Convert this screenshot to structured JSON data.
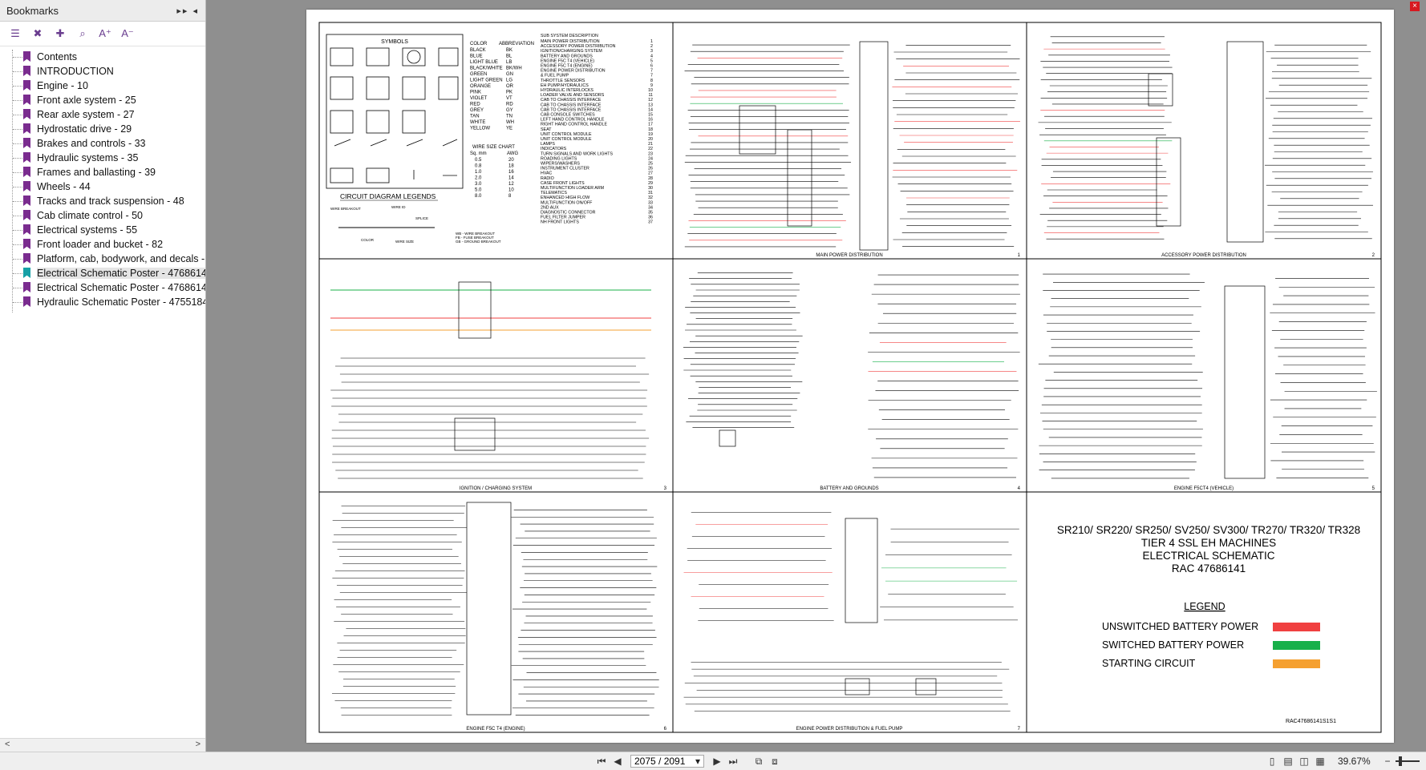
{
  "sidebar": {
    "title": "Bookmarks",
    "toggle_label": "▸▸ ◂",
    "scroll_left": "<",
    "scroll_right": ">",
    "items": [
      {
        "label": "Contents"
      },
      {
        "label": "INTRODUCTION"
      },
      {
        "label": "Engine - 10"
      },
      {
        "label": "Front axle system - 25"
      },
      {
        "label": "Rear axle system - 27"
      },
      {
        "label": "Hydrostatic drive - 29"
      },
      {
        "label": "Brakes and controls - 33"
      },
      {
        "label": "Hydraulic systems - 35"
      },
      {
        "label": "Frames and ballasting - 39"
      },
      {
        "label": "Wheels - 44"
      },
      {
        "label": "Tracks and track suspension - 48"
      },
      {
        "label": "Cab climate control - 50"
      },
      {
        "label": "Electrical systems - 55"
      },
      {
        "label": "Front loader and bucket - 82"
      },
      {
        "label": "Platform, cab, bodywork, and decals -"
      },
      {
        "label": "Electrical Schematic Poster - 4768614"
      },
      {
        "label": "Electrical Schematic Poster - 4768614"
      },
      {
        "label": "Hydraulic Schematic Poster - 4755184"
      }
    ]
  },
  "toolbar_icons": [
    "bookmark-options-icon",
    "delete-bookmark-icon",
    "new-bookmark-icon",
    "expand-bookmark-icon",
    "increase-text-size-icon",
    "decrease-text-size-icon"
  ],
  "toolbar_glyphs": {
    "increase": "A⁺",
    "decrease": "A⁻"
  },
  "status": {
    "page_value": "2075 / 2091",
    "zoom": "39.67%",
    "dropdown_arrow": "▾",
    "zoom_minus": "−",
    "nav_first": "⏮",
    "nav_prev": "◀",
    "nav_next": "▶",
    "nav_last": "⏭"
  },
  "schematic": {
    "symbols_title": "SYMBOLS",
    "color_header": "COLOR",
    "abbr_header": "ABBREVIATION",
    "colors": [
      [
        "BLACK",
        "BK"
      ],
      [
        "BLUE",
        "BL"
      ],
      [
        "LIGHT BLUE",
        "LB"
      ],
      [
        "BLACK/WHITE",
        "BK/WH"
      ],
      [
        "GREEN",
        "GN"
      ],
      [
        "LIGHT GREEN",
        "LG"
      ],
      [
        "ORANGE",
        "OR"
      ],
      [
        "PINK",
        "PK"
      ],
      [
        "VIOLET",
        "VT"
      ],
      [
        "RED",
        "RD"
      ],
      [
        "GREY",
        "GY"
      ],
      [
        "TAN",
        "TN"
      ],
      [
        "WHITE",
        "WH"
      ],
      [
        "YELLOW",
        "YE"
      ]
    ],
    "wire_chart_title": "WIRE SIZE CHART",
    "wire_headers": [
      "Sq. mm",
      "AWG"
    ],
    "wire_sizes": [
      [
        "0.5",
        "20"
      ],
      [
        "0.8",
        "18"
      ],
      [
        "1.0",
        "16"
      ],
      [
        "2.0",
        "14"
      ],
      [
        "3.0",
        "12"
      ],
      [
        "5.0",
        "10"
      ],
      [
        "8.0",
        "8"
      ]
    ],
    "subsystem_title": "SUB SYSTEM DESCRIPTION",
    "subsystems": [
      [
        "MAIN POWER DISTRIBUTION",
        "1"
      ],
      [
        "ACCESSORY POWER DISTRIBUTION",
        "2"
      ],
      [
        "IGNITION/CHARGING SYSTEM",
        "3"
      ],
      [
        "BATTERY AND GROUNDS",
        "4"
      ],
      [
        "ENGINE F5C T4 (VEHICLE)",
        "5"
      ],
      [
        "ENGINE F5C T4 (ENGINE)",
        "6"
      ],
      [
        "ENGINE POWER DISTRIBUTION",
        "7"
      ],
      [
        "& FUEL PUMP",
        "7"
      ],
      [
        "THROTTLE SENSORS",
        "8"
      ],
      [
        "EH PUMP/HYDRAULICS",
        "9"
      ],
      [
        "HYDRAULIC INTERLOCKS",
        "10"
      ],
      [
        "LOADER VALVE AND SENSORS",
        "11"
      ],
      [
        "CAB TO CHASSIS INTERFACE",
        "12"
      ],
      [
        "CAB TO CHASSIS INTERFACE",
        "13"
      ],
      [
        "CAB TO CHASSIS INTERFACE",
        "14"
      ],
      [
        "CAB CONSOLE SWITCHES",
        "15"
      ],
      [
        "LEFT HAND CONTROL HANDLE",
        "16"
      ],
      [
        "RIGHT HAND CONTROL HANDLE",
        "17"
      ],
      [
        "SEAT",
        "18"
      ],
      [
        "UNIT CONTROL MODULE",
        "19"
      ],
      [
        "UNIT CONTROL MODULE",
        "20"
      ],
      [
        "LAMPS",
        "21"
      ],
      [
        "INDICATORS",
        "22"
      ],
      [
        "TURN SIGNALS AND WORK LIGHTS",
        "23"
      ],
      [
        "ROADING LIGHTS",
        "24"
      ],
      [
        "WIPERS/WASHERS",
        "25"
      ],
      [
        "INSTRUMENT CLUSTER",
        "26"
      ],
      [
        "HVAC",
        "27"
      ],
      [
        "RADIO",
        "28"
      ],
      [
        "CASE FRONT LIGHTS",
        "29"
      ],
      [
        "MULTIFUNCTION LOADER ARM",
        "30"
      ],
      [
        "TELEMATICS",
        "31"
      ],
      [
        "ENHANCED HIGH FLOW",
        "32"
      ],
      [
        "MULTIFUNCTION ON/OFF",
        "33"
      ],
      [
        "2ND AUX",
        "34"
      ],
      [
        "DIAGNOSTIC CONNECTOR",
        "35"
      ],
      [
        "FUEL FILTER JUMPER",
        "36"
      ],
      [
        "NH FRONT LIGHTS",
        "37"
      ]
    ],
    "legend_circuit_title": "CIRCUIT DIAGRAM LEGENDS",
    "legend_circuit_labels": [
      "WIRE BREAKOUT",
      "WIRE ID",
      "SPLICE",
      "WIRE SIZE",
      "COLOR",
      "WB - WIRE BREAKOUT",
      "FB - FUSE BREAKOUT",
      "GB - GROUND BREAKOUT"
    ],
    "panels": [
      {
        "title": "MAIN POWER DISTRIBUTION",
        "num": "1"
      },
      {
        "title": "ACCESSORY POWER DISTRIBUTION",
        "num": "2"
      },
      {
        "title": "IGNITION / CHARGING SYSTEM",
        "num": "3"
      },
      {
        "title": "BATTERY AND GROUNDS",
        "num": "4"
      },
      {
        "title": "ENGINE F5CT4 (VEHICLE)",
        "num": "5"
      },
      {
        "title": "ENGINE F5C T4 (ENGINE)",
        "num": "6"
      },
      {
        "title": "ENGINE POWER DISTRIBUTION & FUEL PUMP",
        "num": "7"
      }
    ],
    "title_lines": [
      "SR210/ SR220/ SR250/ SV250/ SV300/ TR270/ TR320/ TR328",
      "TIER 4 SSL EH MACHINES",
      "ELECTRICAL SCHEMATIC",
      "RAC 47686141"
    ],
    "legend_title": "LEGEND",
    "legend_items": [
      {
        "label": "UNSWITCHED BATTERY POWER",
        "color": "#f04040"
      },
      {
        "label": "SWITCHED BATTERY POWER",
        "color": "#18b04a"
      },
      {
        "label": "STARTING CIRCUIT",
        "color": "#f5a030"
      }
    ],
    "doc_code": "RAC47686141S1S1"
  },
  "colors": {
    "unswitched": "#f04040",
    "switched": "#18b04a",
    "starting": "#f5a030",
    "bookmark": "#7a2c8f",
    "selected_bookmark": "#16a0a6"
  }
}
